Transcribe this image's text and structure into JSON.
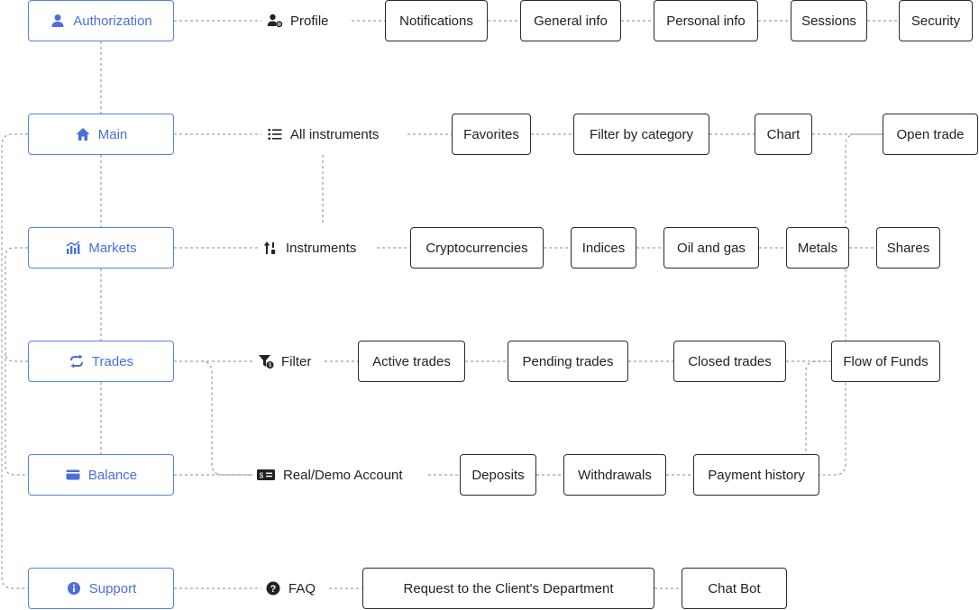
{
  "colors": {
    "primary": "#4a6fdc",
    "node_border": "#2a2a2a",
    "connector": "#8a8a8a"
  },
  "nodes": {
    "authorization": "Authorization",
    "main": "Main",
    "markets": "Markets",
    "trades": "Trades",
    "balance": "Balance",
    "support": "Support",
    "profile": "Profile",
    "all_instruments": "All instruments",
    "instruments": "Instruments",
    "filter": "Filter",
    "real_demo_account": "Real/Demo Account",
    "faq": "FAQ",
    "notifications": "Notifications",
    "general_info": "General info",
    "personal_info": "Personal info",
    "sessions": "Sessions",
    "security": "Security",
    "favorites": "Favorites",
    "filter_by_category": "Filter by category",
    "chart": "Chart",
    "open_trade": "Open trade",
    "cryptocurrencies": "Cryptocurrencies",
    "indices": "Indices",
    "oil_and_gas": "Oil and gas",
    "metals": "Metals",
    "shares": "Shares",
    "active_trades": "Active trades",
    "pending_trades": "Pending trades",
    "closed_trades": "Closed trades",
    "flow_of_funds": "Flow of Funds",
    "deposits": "Deposits",
    "withdrawals": "Withdrawals",
    "payment_history": "Payment history",
    "request_client_department": "Request to the Client's Department",
    "chat_bot": "Chat Bot"
  },
  "icons": {
    "authorization": "user-icon",
    "main": "home-icon",
    "markets": "bar-chart-icon",
    "trades": "swap-arrows-icon",
    "balance": "wallet-icon",
    "support": "info-icon",
    "profile": "user-gear-icon",
    "all_instruments": "list-icon",
    "instruments": "sort-icon",
    "filter": "filter-dollar-icon",
    "real_demo_account": "banknote-icon",
    "faq": "question-icon"
  }
}
